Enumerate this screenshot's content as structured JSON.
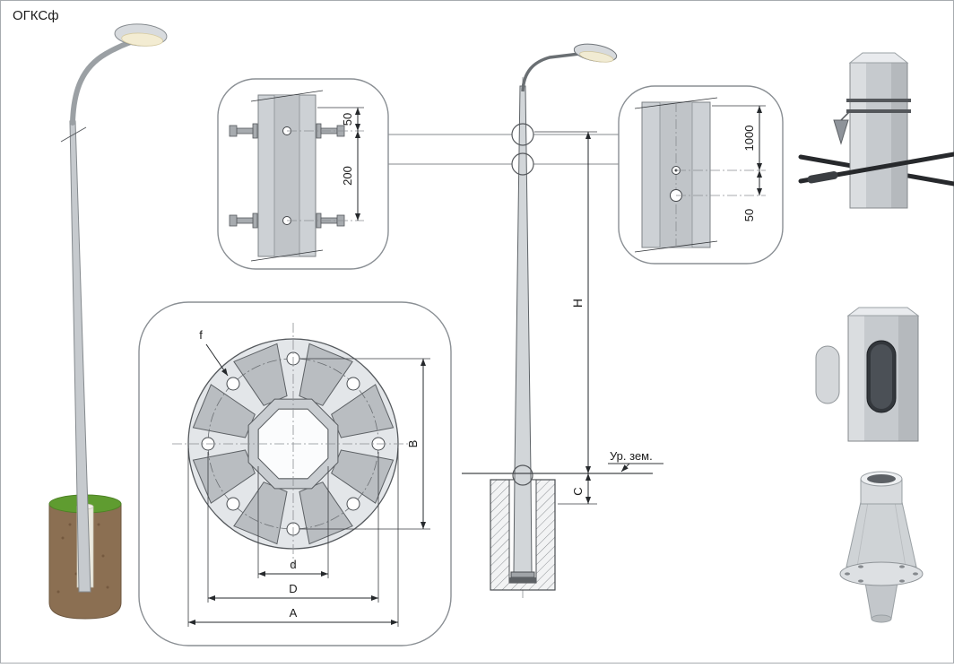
{
  "page": {
    "title": "ОГКСф"
  },
  "top_callout": {
    "dim_edge_to_hole": "50",
    "dim_hole_spacing": "200"
  },
  "right_callout": {
    "dim_to_hole": "1000",
    "dim_hole_spacing": "50"
  },
  "flange_plan": {
    "hole_diameter_label": "f",
    "dim_bolt_span_vertical": "B",
    "dim_octagon_width": "d",
    "dim_bolt_circle": "D",
    "dim_outer_diameter": "A"
  },
  "elevation": {
    "dim_pole_height": "H",
    "dim_base_offset": "C",
    "ground_level_label": "Ур. зем."
  },
  "colors": {
    "steel_light": "#d7dadd",
    "steel_mid": "#c6cace",
    "steel_dark": "#b5b9bd",
    "foundation_brown": "#8b6f52",
    "grass_green": "#5f9c30",
    "lamp_glow": "#f1ebd3"
  }
}
